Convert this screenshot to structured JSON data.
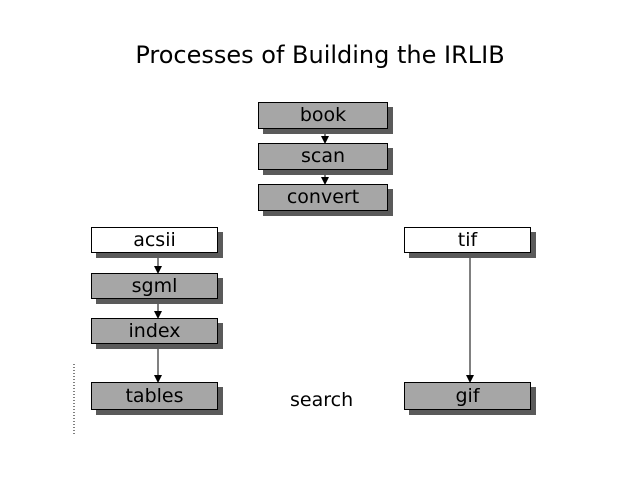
{
  "title": "Processes of Building the IRLIB",
  "nodes": {
    "book": "book",
    "scan": "scan",
    "convert": "convert",
    "acsii": "acsii",
    "sgml": "sgml",
    "index": "index",
    "tables": "tables",
    "tif": "tif",
    "gif": "gif"
  },
  "labels": {
    "search": "search"
  },
  "colors": {
    "node_fill": "#a6a6a6",
    "node_fill_light": "#ffffff",
    "shadow": "#5a5a5a"
  },
  "edges": [
    [
      "book",
      "scan"
    ],
    [
      "scan",
      "convert"
    ],
    [
      "acsii",
      "sgml"
    ],
    [
      "sgml",
      "index"
    ],
    [
      "index",
      "tables"
    ],
    [
      "tif",
      "gif"
    ]
  ]
}
